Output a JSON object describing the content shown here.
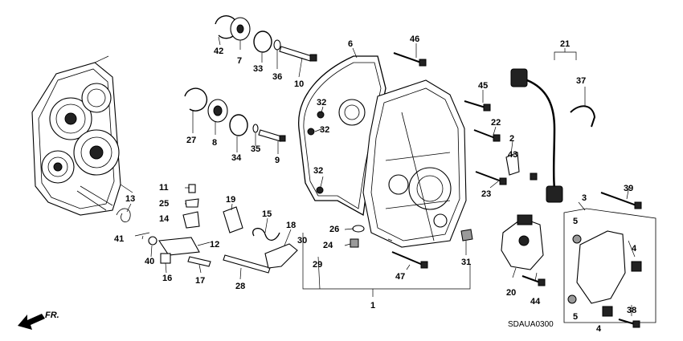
{
  "diagram_code": "SDAUA0300",
  "direction_label": "FR.",
  "callouts": [
    "1",
    "2",
    "3",
    "4",
    "4",
    "5",
    "5",
    "6",
    "7",
    "8",
    "9",
    "10",
    "11",
    "12",
    "13",
    "14",
    "15",
    "16",
    "17",
    "18",
    "19",
    "20",
    "21",
    "22",
    "23",
    "24",
    "25",
    "26",
    "27",
    "28",
    "29",
    "30",
    "31",
    "32",
    "32",
    "32",
    "33",
    "34",
    "35",
    "36",
    "37",
    "38",
    "39",
    "40",
    "41",
    "42",
    "43",
    "44",
    "45",
    "46",
    "47"
  ]
}
